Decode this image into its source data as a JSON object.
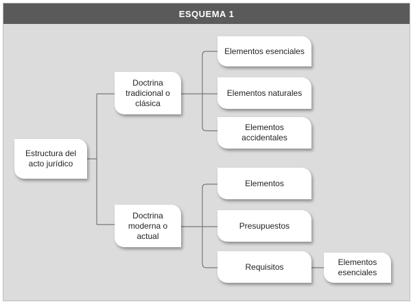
{
  "title": "ESQUEMA 1",
  "root": {
    "label": "Estructura del acto jurídico"
  },
  "branches": [
    {
      "label": "Doctrina tradicional o clásica",
      "children": [
        {
          "label": "Elementos esenciales"
        },
        {
          "label": "Elementos naturales"
        },
        {
          "label": "Elementos accidentales"
        }
      ]
    },
    {
      "label": "Doctrina moderna o actual",
      "children": [
        {
          "label": "Elementos"
        },
        {
          "label": "Presupuestos"
        },
        {
          "label": "Requisitos",
          "child": {
            "label": "Elementos esenciales"
          }
        }
      ]
    }
  ],
  "colors": {
    "header_bg": "#5a5a5a",
    "panel_bg": "#dcdcdc",
    "line": "#777777",
    "node_bg": "#ffffff"
  }
}
